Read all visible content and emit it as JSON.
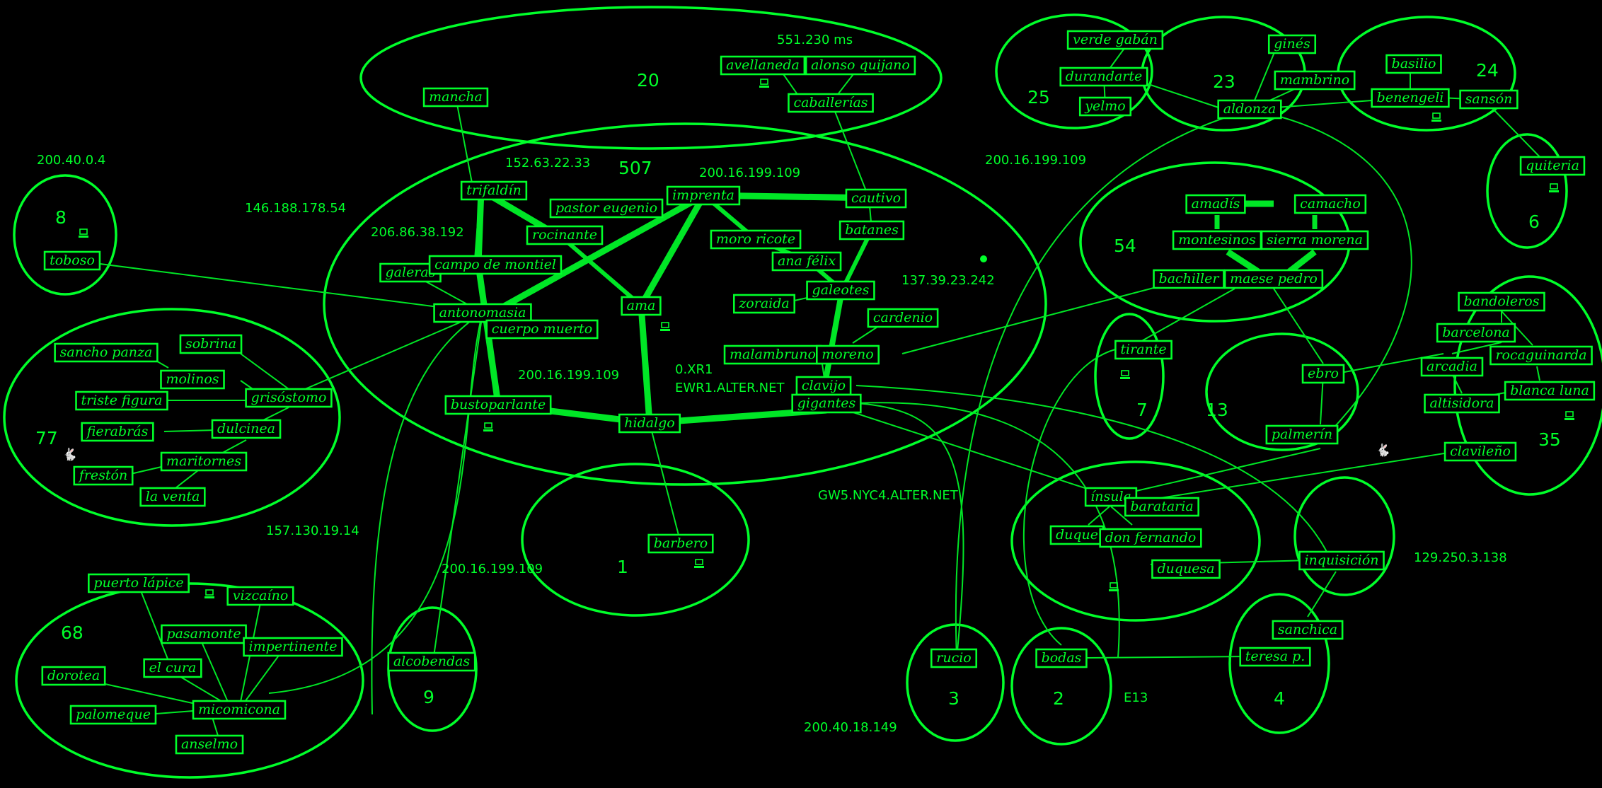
{
  "clusters": [
    {
      "id": "20",
      "label": "20"
    },
    {
      "id": "507",
      "label": "507"
    },
    {
      "id": "8",
      "label": "8"
    },
    {
      "id": "77",
      "label": "77"
    },
    {
      "id": "68",
      "label": "68"
    },
    {
      "id": "9",
      "label": "9"
    },
    {
      "id": "1",
      "label": "1"
    },
    {
      "id": "25",
      "label": "25"
    },
    {
      "id": "23",
      "label": "23"
    },
    {
      "id": "24",
      "label": "24"
    },
    {
      "id": "6",
      "label": "6"
    },
    {
      "id": "54",
      "label": "54"
    },
    {
      "id": "7",
      "label": "7"
    },
    {
      "id": "13",
      "label": "13"
    },
    {
      "id": "35",
      "label": "35"
    },
    {
      "id": "3",
      "label": "3"
    },
    {
      "id": "2",
      "label": "2"
    },
    {
      "id": "4",
      "label": "4"
    },
    {
      "id": "insula_group",
      "label": ""
    },
    {
      "id": "inquisicion_group",
      "label": ""
    }
  ],
  "nodes": [
    {
      "id": "mancha",
      "label": "mancha"
    },
    {
      "id": "avellaneda",
      "label": "avellaneda"
    },
    {
      "id": "alonso",
      "label": "alonso quijano"
    },
    {
      "id": "caballerias",
      "label": "caballerías"
    },
    {
      "id": "trifaldin",
      "label": "trifaldín"
    },
    {
      "id": "pastor",
      "label": "pastor eugenio"
    },
    {
      "id": "rocinante",
      "label": "rocinante"
    },
    {
      "id": "imprenta",
      "label": "imprenta"
    },
    {
      "id": "cautivo",
      "label": "cautivo"
    },
    {
      "id": "batanes",
      "label": "batanes"
    },
    {
      "id": "moro",
      "label": "moro ricote"
    },
    {
      "id": "anafelix",
      "label": "ana félix"
    },
    {
      "id": "galeotes",
      "label": "galeotes"
    },
    {
      "id": "zoraida",
      "label": "zoraida"
    },
    {
      "id": "galeras",
      "label": "galeras"
    },
    {
      "id": "campo",
      "label": "campo de montiel"
    },
    {
      "id": "antonomasia",
      "label": "antonomasia"
    },
    {
      "id": "cuerpo",
      "label": "cuerpo muerto"
    },
    {
      "id": "ama",
      "label": "ama"
    },
    {
      "id": "cardenio",
      "label": "cardenio"
    },
    {
      "id": "malambruno",
      "label": "malambruno"
    },
    {
      "id": "moreno",
      "label": "moreno"
    },
    {
      "id": "clavijo",
      "label": "clavijo"
    },
    {
      "id": "gigantes",
      "label": "gigantes"
    },
    {
      "id": "bustoparlante",
      "label": "bustoparlante"
    },
    {
      "id": "hidalgo",
      "label": "hidalgo"
    },
    {
      "id": "barbero",
      "label": "barbero"
    },
    {
      "id": "toboso",
      "label": "toboso"
    },
    {
      "id": "sancho",
      "label": "sancho panza"
    },
    {
      "id": "sobrina",
      "label": "sobrina"
    },
    {
      "id": "molinos",
      "label": "molinos"
    },
    {
      "id": "triste",
      "label": "triste figura"
    },
    {
      "id": "grisostomo",
      "label": "grisóstomo"
    },
    {
      "id": "fierabras",
      "label": "fierabrás"
    },
    {
      "id": "dulcinea",
      "label": "dulcinea"
    },
    {
      "id": "maritornes",
      "label": "maritornes"
    },
    {
      "id": "freston",
      "label": "frestón"
    },
    {
      "id": "laventa",
      "label": "la venta"
    },
    {
      "id": "puerto",
      "label": "puerto lápice"
    },
    {
      "id": "vizcaino",
      "label": "vizcaíno"
    },
    {
      "id": "pasamonte",
      "label": "pasamonte"
    },
    {
      "id": "impertinente",
      "label": "impertinente"
    },
    {
      "id": "elcura",
      "label": "el cura"
    },
    {
      "id": "dorotea",
      "label": "dorotea"
    },
    {
      "id": "micomicona",
      "label": "micomicona"
    },
    {
      "id": "palomeque",
      "label": "palomeque"
    },
    {
      "id": "anselmo",
      "label": "anselmo"
    },
    {
      "id": "alcobendas",
      "label": "alcobendas"
    },
    {
      "id": "verde",
      "label": "verde gabán"
    },
    {
      "id": "durandarte",
      "label": "durandarte"
    },
    {
      "id": "yelmo",
      "label": "yelmo"
    },
    {
      "id": "gines",
      "label": "ginés"
    },
    {
      "id": "mambrino",
      "label": "mambrino"
    },
    {
      "id": "aldonza",
      "label": "aldonza"
    },
    {
      "id": "basilio",
      "label": "basilio"
    },
    {
      "id": "benengeli",
      "label": "benengeli"
    },
    {
      "id": "sanson",
      "label": "sansón"
    },
    {
      "id": "quiteria",
      "label": "quiteria"
    },
    {
      "id": "amadis",
      "label": "amadís"
    },
    {
      "id": "camacho",
      "label": "camacho"
    },
    {
      "id": "montesinos",
      "label": "montesinos"
    },
    {
      "id": "sierra",
      "label": "sierra morena"
    },
    {
      "id": "bachiller",
      "label": "bachiller"
    },
    {
      "id": "maese",
      "label": "maese pedro"
    },
    {
      "id": "tirante",
      "label": "tirante"
    },
    {
      "id": "ebro",
      "label": "ebro"
    },
    {
      "id": "palmerin",
      "label": "palmerín"
    },
    {
      "id": "bandoleros",
      "label": "bandoleros"
    },
    {
      "id": "barcelona",
      "label": "barcelona"
    },
    {
      "id": "arcadia",
      "label": "arcadia"
    },
    {
      "id": "rocaguinarda",
      "label": "rocaguinarda"
    },
    {
      "id": "blanca",
      "label": "blanca luna"
    },
    {
      "id": "altisidora",
      "label": "altisidora"
    },
    {
      "id": "clavileno",
      "label": "clavileño"
    },
    {
      "id": "insula",
      "label": "ínsula"
    },
    {
      "id": "barataria",
      "label": "barataria"
    },
    {
      "id": "duque",
      "label": "duque"
    },
    {
      "id": "donfernando",
      "label": "don fernando"
    },
    {
      "id": "duquesa",
      "label": "duquesa"
    },
    {
      "id": "inquisicion",
      "label": "inquisición"
    },
    {
      "id": "sanchica",
      "label": "sanchica"
    },
    {
      "id": "rucio",
      "label": "rucio"
    },
    {
      "id": "bodas",
      "label": "bodas"
    },
    {
      "id": "teresa",
      "label": "teresa p."
    }
  ],
  "annotations": [
    {
      "id": "a1",
      "text": "551.230 ms"
    },
    {
      "id": "a2",
      "text": "200.40.0.4"
    },
    {
      "id": "a3",
      "text": "152.63.22.33"
    },
    {
      "id": "a4",
      "text": "200.16.199.109"
    },
    {
      "id": "a5",
      "text": "146.188.178.54"
    },
    {
      "id": "a6",
      "text": "206.86.38.192"
    },
    {
      "id": "a7",
      "text": "137.39.23.242"
    },
    {
      "id": "a8",
      "text": "200.16.199.109"
    },
    {
      "id": "a9",
      "text": "200.16.199.109"
    },
    {
      "id": "a10",
      "text": "0.XR1"
    },
    {
      "id": "a11",
      "text": "EWR1.ALTER.NET"
    },
    {
      "id": "a12",
      "text": "GW5.NYC4.ALTER.NET"
    },
    {
      "id": "a13",
      "text": "157.130.19.14"
    },
    {
      "id": "a14",
      "text": "200.16.199.109"
    },
    {
      "id": "a15",
      "text": "129.250.3.138"
    },
    {
      "id": "a16",
      "text": "E13"
    },
    {
      "id": "a17",
      "text": "200.40.18.149"
    }
  ],
  "colors": {
    "background": "#000000",
    "foreground": "#00ff2a"
  }
}
